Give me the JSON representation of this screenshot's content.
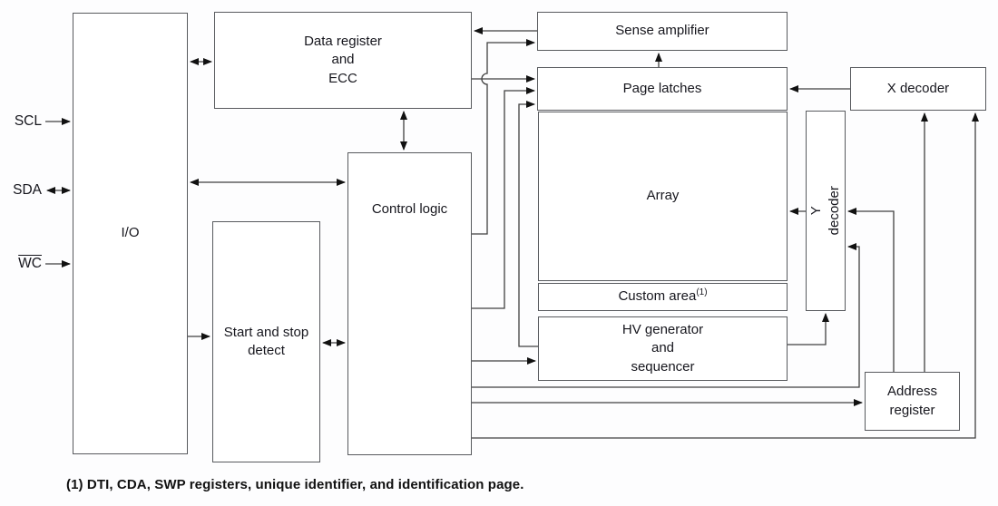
{
  "diagram": {
    "blocks": {
      "io": "I/O",
      "data_register": "Data register\nand\nECC",
      "start_stop": "Start and stop\ndetect",
      "control_logic": "Control logic",
      "sense_amplifier": "Sense amplifier",
      "page_latches": "Page latches",
      "array": "Array",
      "custom_area": "Custom area",
      "custom_area_sup": "(1)",
      "hv_generator": "HV generator\nand\nsequencer",
      "x_decoder": "X decoder",
      "y_decoder": "Y decoder",
      "address_register": "Address\nregister"
    },
    "signals": {
      "scl": "SCL",
      "sda": "SDA",
      "wc": "WC"
    },
    "footnote": "(1) DTI, CDA, SWP registers, unique identifier, and identification page.",
    "colors": {
      "line": "#404040",
      "arrow": "#111111",
      "box_border": "#585a5e",
      "text": "#16161d"
    }
  }
}
